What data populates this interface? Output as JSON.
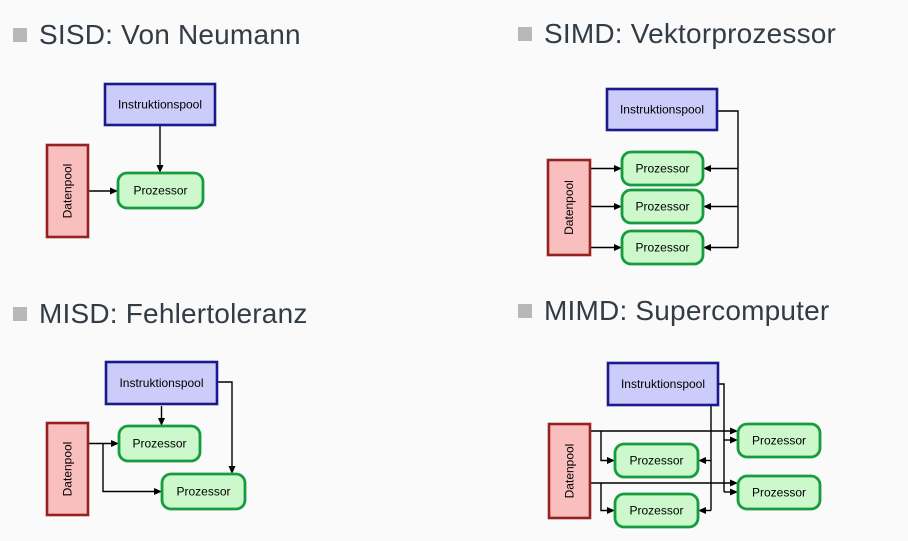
{
  "slide": {
    "quadrants": [
      {
        "id": "sisd",
        "title": "SISD: Von Neumann"
      },
      {
        "id": "simd",
        "title": "SIMD: Vektorprozessor"
      },
      {
        "id": "misd",
        "title": "MISD: Fehlertoleranz"
      },
      {
        "id": "mimd",
        "title": "MIMD: Supercomputer"
      }
    ],
    "labels": {
      "instruction_pool": "Instruktionspool",
      "data_pool": "Datenpool",
      "processor": "Prozessor"
    },
    "colors": {
      "slide_bg": "#fafafa",
      "heading_text": "#323c46",
      "bullet": "#b8b8b8",
      "instruction_pool_fill": "#ccccfa",
      "instruction_pool_border": "#1a1a8c",
      "data_pool_fill": "#f9bebe",
      "data_pool_border": "#952121",
      "processor_fill": "#ccf8cc",
      "processor_border": "#149c3e",
      "line": "#000000"
    }
  }
}
